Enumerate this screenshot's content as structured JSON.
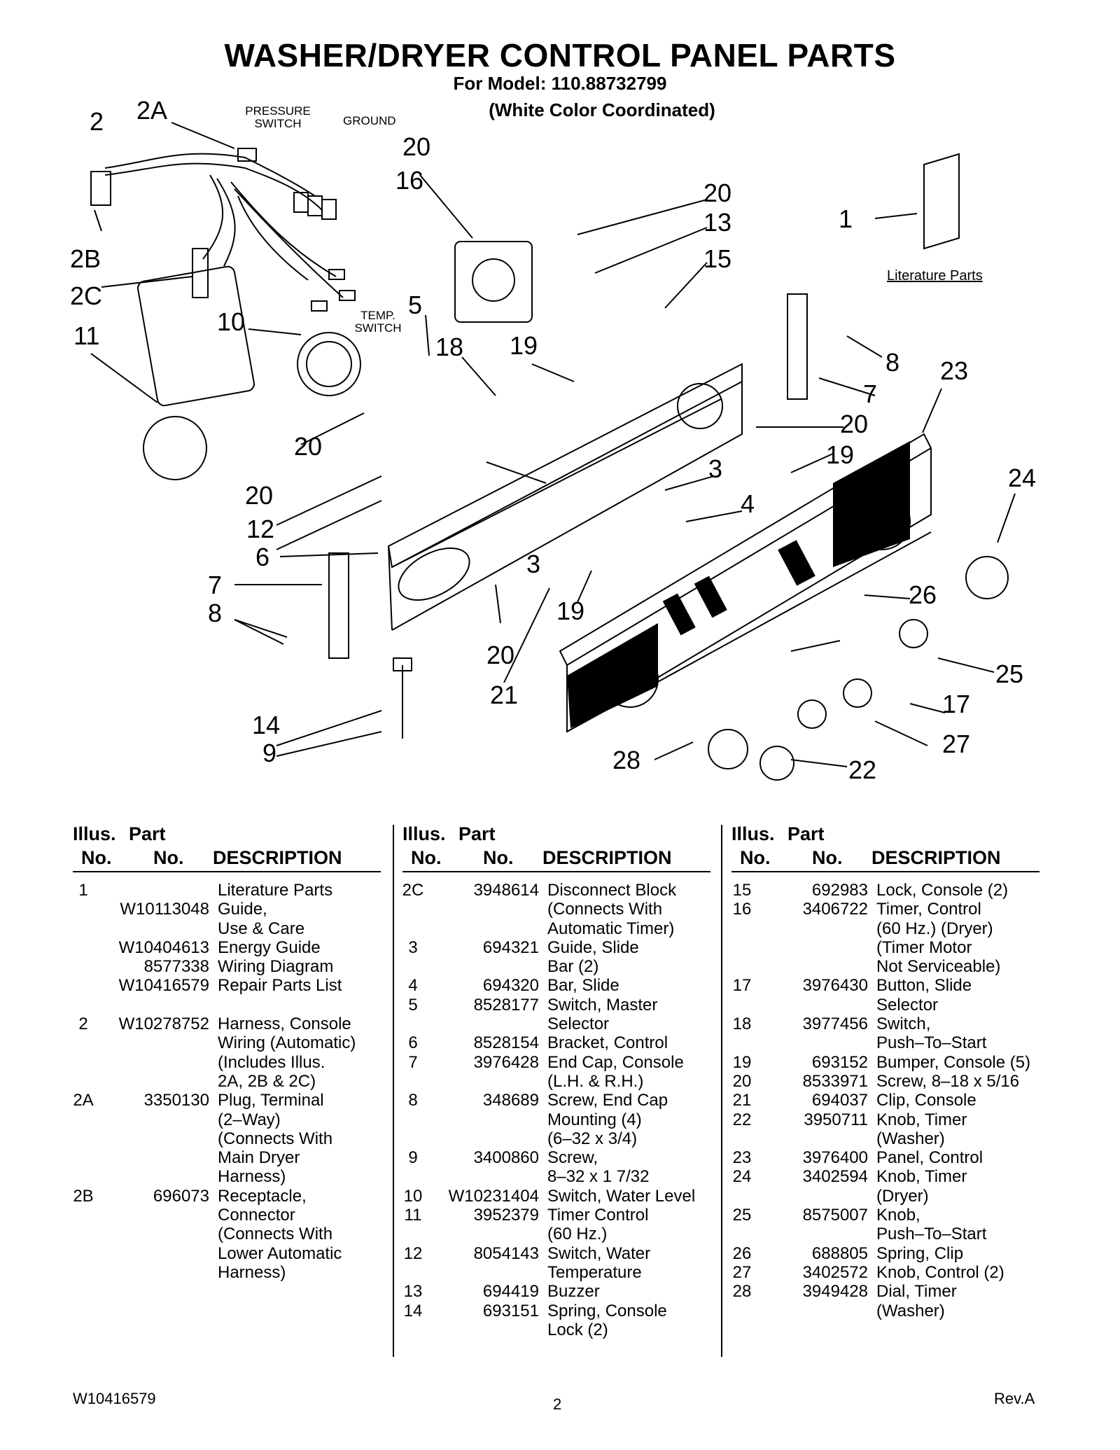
{
  "header": {
    "title": "WASHER/DRYER CONTROL PANEL PARTS",
    "model": "For Model: 110.88732799",
    "color": "(White Color Coordinated)"
  },
  "diagram": {
    "labels": {
      "pressure_switch": "PRESSURE SWITCH",
      "ground": "GROUND",
      "temp_switch": "TEMP. SWITCH",
      "literature_parts": "Literature Parts"
    },
    "callouts": [
      "2",
      "2A",
      "2B",
      "2C",
      "11",
      "10",
      "5",
      "18",
      "19",
      "16",
      "20",
      "13",
      "15",
      "1",
      "8",
      "23",
      "7",
      "20",
      "19",
      "3",
      "4",
      "24",
      "26",
      "25",
      "17",
      "27",
      "22",
      "28",
      "21",
      "20",
      "19",
      "3",
      "12",
      "6",
      "7",
      "8",
      "14",
      "9",
      "20",
      "20",
      "20"
    ]
  },
  "table": {
    "headers": {
      "illus_1": "Illus.",
      "illus_2": "No.",
      "part_1": "Part",
      "part_2": "No.",
      "desc": "DESCRIPTION"
    },
    "columns": [
      [
        {
          "ill": "1",
          "part": "",
          "desc": [
            "Literature Parts"
          ]
        },
        {
          "ill": "",
          "part": "W10113048",
          "desc": [
            "Guide,",
            "Use & Care"
          ]
        },
        {
          "ill": "",
          "part": "W10404613",
          "desc": [
            "Energy Guide"
          ]
        },
        {
          "ill": "",
          "part": "8577338",
          "desc": [
            "Wiring Diagram"
          ]
        },
        {
          "ill": "",
          "part": "W10416579",
          "desc": [
            "Repair Parts List"
          ]
        },
        {
          "ill": "",
          "part": "",
          "desc": [
            ""
          ]
        },
        {
          "ill": "2",
          "part": "W10278752",
          "desc": [
            "Harness, Console",
            "Wiring (Automatic)",
            "(Includes Illus.",
            "2A, 2B & 2C)"
          ]
        },
        {
          "ill": "2A",
          "part": "3350130",
          "desc": [
            "Plug, Terminal",
            "(2–Way)",
            "(Connects With",
            "Main Dryer",
            "Harness)"
          ]
        },
        {
          "ill": "2B",
          "part": "696073",
          "desc": [
            "Receptacle,",
            "Connector",
            "(Connects With",
            "Lower Automatic",
            "Harness)"
          ]
        }
      ],
      [
        {
          "ill": "2C",
          "part": "3948614",
          "desc": [
            "Disconnect Block",
            "(Connects With",
            "Automatic Timer)"
          ]
        },
        {
          "ill": "3",
          "part": "694321",
          "desc": [
            "Guide, Slide",
            "Bar (2)"
          ]
        },
        {
          "ill": "4",
          "part": "694320",
          "desc": [
            "Bar, Slide"
          ]
        },
        {
          "ill": "5",
          "part": "8528177",
          "desc": [
            "Switch, Master",
            "Selector"
          ]
        },
        {
          "ill": "6",
          "part": "8528154",
          "desc": [
            "Bracket, Control"
          ]
        },
        {
          "ill": "7",
          "part": "3976428",
          "desc": [
            "End Cap, Console",
            "(L.H. & R.H.)"
          ]
        },
        {
          "ill": "8",
          "part": "348689",
          "desc": [
            "Screw, End Cap",
            "Mounting (4)",
            "(6–32 x 3/4)"
          ]
        },
        {
          "ill": "9",
          "part": "3400860",
          "desc": [
            "Screw,",
            "8–32 x 1 7/32"
          ]
        },
        {
          "ill": "10",
          "part": "W10231404",
          "desc": [
            "Switch, Water Level"
          ]
        },
        {
          "ill": "11",
          "part": "3952379",
          "desc": [
            "Timer Control",
            "(60 Hz.)"
          ]
        },
        {
          "ill": "12",
          "part": "8054143",
          "desc": [
            "Switch, Water",
            "Temperature"
          ]
        },
        {
          "ill": "13",
          "part": "694419",
          "desc": [
            "Buzzer"
          ]
        },
        {
          "ill": "14",
          "part": "693151",
          "desc": [
            "Spring, Console",
            "Lock (2)"
          ]
        }
      ],
      [
        {
          "ill": "15",
          "part": "692983",
          "desc": [
            "Lock, Console (2)"
          ]
        },
        {
          "ill": "16",
          "part": "3406722",
          "desc": [
            "Timer, Control",
            "(60 Hz.) (Dryer)",
            "(Timer Motor",
            "Not Serviceable)"
          ]
        },
        {
          "ill": "17",
          "part": "3976430",
          "desc": [
            "Button, Slide",
            "Selector"
          ]
        },
        {
          "ill": "18",
          "part": "3977456",
          "desc": [
            "Switch,",
            "Push–To–Start"
          ]
        },
        {
          "ill": "19",
          "part": "693152",
          "desc": [
            "Bumper, Console (5)"
          ]
        },
        {
          "ill": "20",
          "part": "8533971",
          "desc": [
            "Screw, 8–18 x 5/16"
          ]
        },
        {
          "ill": "21",
          "part": "694037",
          "desc": [
            "Clip, Console"
          ]
        },
        {
          "ill": "22",
          "part": "3950711",
          "desc": [
            "Knob, Timer",
            "(Washer)"
          ]
        },
        {
          "ill": "23",
          "part": "3976400",
          "desc": [
            "Panel, Control"
          ]
        },
        {
          "ill": "24",
          "part": "3402594",
          "desc": [
            "Knob, Timer",
            "(Dryer)"
          ]
        },
        {
          "ill": "25",
          "part": "8575007",
          "desc": [
            "Knob,",
            "Push–To–Start"
          ]
        },
        {
          "ill": "26",
          "part": "688805",
          "desc": [
            "Spring, Clip"
          ]
        },
        {
          "ill": "27",
          "part": "3402572",
          "desc": [
            "Knob, Control (2)"
          ]
        },
        {
          "ill": "28",
          "part": "3949428",
          "desc": [
            "Dial, Timer",
            "(Washer)"
          ]
        }
      ]
    ]
  },
  "footer": {
    "doc_number": "W10416579",
    "page": "2",
    "rev": "Rev.A"
  }
}
